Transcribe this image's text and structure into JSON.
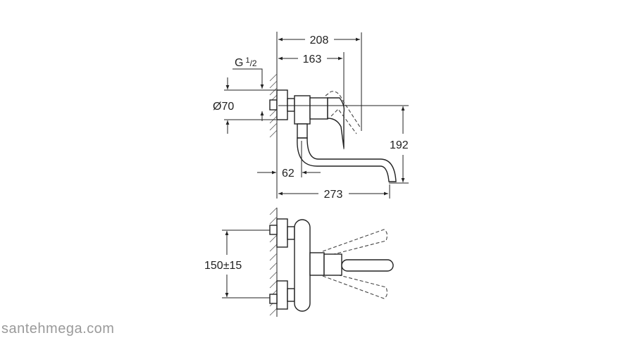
{
  "side_view": {
    "dim_overall_depth": "208",
    "dim_handle_depth": "163",
    "dim_thread_main": "G",
    "dim_thread_sup": "1",
    "dim_thread_sub": "/2",
    "dim_flange_diameter": "Ø70",
    "dim_spout_height": "192",
    "dim_spout_offset": "62",
    "dim_spout_reach": "273"
  },
  "top_view": {
    "dim_center_distance": "150±15"
  },
  "watermark": "santehmega.com"
}
